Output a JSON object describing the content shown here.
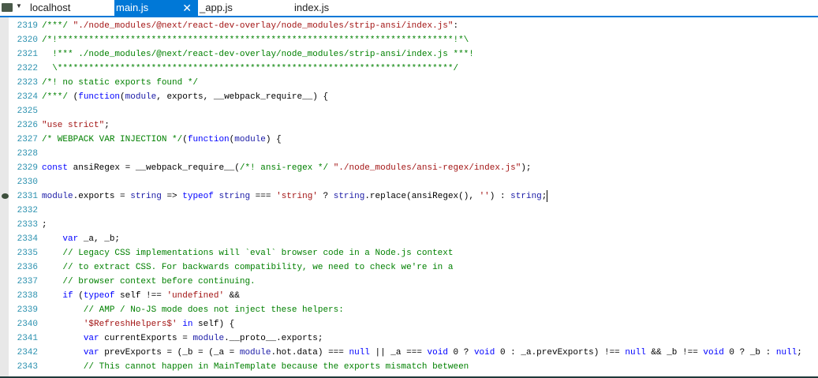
{
  "tabs": [
    {
      "label": "localhost",
      "active": false
    },
    {
      "label": "main.js",
      "active": true
    },
    {
      "label": "_app.js",
      "active": false
    },
    {
      "label": "index.js",
      "active": false
    }
  ],
  "close_icon": "✕",
  "breakpoint_line": "2331",
  "lines": [
    {
      "n": "2319",
      "t": [
        [
          "c",
          "/***/ "
        ],
        [
          "s",
          "\"./node_modules/@next/react-dev-overlay/node_modules/strip-ansi/index.js\""
        ],
        [
          "p",
          ":"
        ]
      ]
    },
    {
      "n": "2320",
      "t": [
        [
          "c",
          "/*!****************************************************************************!*\\"
        ]
      ]
    },
    {
      "n": "2321",
      "t": [
        [
          "c",
          "  !*** ./node_modules/@next/react-dev-overlay/node_modules/strip-ansi/index.js ***!"
        ]
      ]
    },
    {
      "n": "2322",
      "t": [
        [
          "c",
          "  \\****************************************************************************/"
        ]
      ]
    },
    {
      "n": "2323",
      "t": [
        [
          "c",
          "/*! no static exports found */"
        ]
      ]
    },
    {
      "n": "2324",
      "t": [
        [
          "c",
          "/***/ "
        ],
        [
          "p",
          "("
        ],
        [
          "k",
          "function"
        ],
        [
          "p",
          "("
        ],
        [
          "i",
          "module"
        ],
        [
          "p",
          ", exports, __webpack_require__) {"
        ]
      ]
    },
    {
      "n": "2325",
      "t": []
    },
    {
      "n": "2326",
      "t": [
        [
          "s",
          "\"use strict\""
        ],
        [
          "p",
          ";"
        ]
      ]
    },
    {
      "n": "2327",
      "t": [
        [
          "c",
          "/* WEBPACK VAR INJECTION */"
        ],
        [
          "p",
          "("
        ],
        [
          "k",
          "function"
        ],
        [
          "p",
          "("
        ],
        [
          "i",
          "module"
        ],
        [
          "p",
          ") {"
        ]
      ]
    },
    {
      "n": "2328",
      "t": []
    },
    {
      "n": "2329",
      "t": [
        [
          "k",
          "const"
        ],
        [
          "p",
          " ansiRegex = __webpack_require__("
        ],
        [
          "c",
          "/*! ansi-regex */"
        ],
        [
          "p",
          " "
        ],
        [
          "s",
          "\"./node_modules/ansi-regex/index.js\""
        ],
        [
          "p",
          ");"
        ]
      ]
    },
    {
      "n": "2330",
      "t": []
    },
    {
      "n": "2331",
      "t": [
        [
          "i",
          "module"
        ],
        [
          "p",
          ".exports = "
        ],
        [
          "i",
          "string"
        ],
        [
          "p",
          " => "
        ],
        [
          "k",
          "typeof"
        ],
        [
          "p",
          " "
        ],
        [
          "i",
          "string"
        ],
        [
          "p",
          " === "
        ],
        [
          "s",
          "'string'"
        ],
        [
          "p",
          " ? "
        ],
        [
          "i",
          "string"
        ],
        [
          "p",
          ".replace(ansiRegex(), "
        ],
        [
          "s",
          "''"
        ],
        [
          "p",
          ") : "
        ],
        [
          "i",
          "string"
        ],
        [
          "p",
          ";"
        ]
      ],
      "caret": true
    },
    {
      "n": "2332",
      "t": []
    },
    {
      "n": "2333",
      "t": [
        [
          "p",
          ";"
        ]
      ]
    },
    {
      "n": "2334",
      "t": [
        [
          "p",
          "    "
        ],
        [
          "k",
          "var"
        ],
        [
          "p",
          " _a, _b;"
        ]
      ]
    },
    {
      "n": "2335",
      "t": [
        [
          "c",
          "    // Legacy CSS implementations will `eval` browser code in a Node.js context"
        ]
      ]
    },
    {
      "n": "2336",
      "t": [
        [
          "c",
          "    // to extract CSS. For backwards compatibility, we need to check we're in a"
        ]
      ]
    },
    {
      "n": "2337",
      "t": [
        [
          "c",
          "    // browser context before continuing."
        ]
      ]
    },
    {
      "n": "2338",
      "t": [
        [
          "p",
          "    "
        ],
        [
          "k",
          "if"
        ],
        [
          "p",
          " ("
        ],
        [
          "k",
          "typeof"
        ],
        [
          "p",
          " self !== "
        ],
        [
          "s",
          "'undefined'"
        ],
        [
          "p",
          " &&"
        ]
      ]
    },
    {
      "n": "2339",
      "t": [
        [
          "c",
          "        // AMP / No-JS mode does not inject these helpers:"
        ]
      ]
    },
    {
      "n": "2340",
      "t": [
        [
          "p",
          "        "
        ],
        [
          "s",
          "'$RefreshHelpers$'"
        ],
        [
          "p",
          " "
        ],
        [
          "k",
          "in"
        ],
        [
          "p",
          " self) {"
        ]
      ]
    },
    {
      "n": "2341",
      "t": [
        [
          "p",
          "        "
        ],
        [
          "k",
          "var"
        ],
        [
          "p",
          " currentExports = "
        ],
        [
          "i",
          "module"
        ],
        [
          "p",
          ".__proto__.exports;"
        ]
      ]
    },
    {
      "n": "2342",
      "t": [
        [
          "p",
          "        "
        ],
        [
          "k",
          "var"
        ],
        [
          "p",
          " prevExports = (_b = (_a = "
        ],
        [
          "i",
          "module"
        ],
        [
          "p",
          ".hot.data) === "
        ],
        [
          "k",
          "null"
        ],
        [
          "p",
          " || _a === "
        ],
        [
          "k",
          "void"
        ],
        [
          "p",
          " 0 ? "
        ],
        [
          "k",
          "void"
        ],
        [
          "p",
          " 0 : _a.prevExports) !== "
        ],
        [
          "k",
          "null"
        ],
        [
          "p",
          " && _b !== "
        ],
        [
          "k",
          "void"
        ],
        [
          "p",
          " 0 ? _b : "
        ],
        [
          "k",
          "null"
        ],
        [
          "p",
          ";"
        ]
      ]
    },
    {
      "n": "2343",
      "t": [
        [
          "c",
          "        // This cannot happen in MainTemplate because the exports mismatch between"
        ]
      ]
    }
  ]
}
